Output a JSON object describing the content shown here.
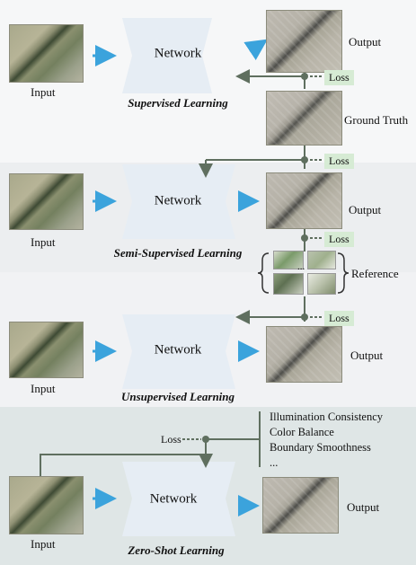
{
  "sections": {
    "supervised": {
      "caption": "Supervised Learning",
      "network": "Network",
      "input": "Input",
      "output": "Output",
      "loss": "Loss",
      "ground_truth": "Ground Truth"
    },
    "semi": {
      "caption": "Semi-Supervised Learning",
      "network": "Network",
      "input": "Input",
      "output": "Output",
      "loss_top": "Loss",
      "loss_bottom": "Loss",
      "reference": "Reference",
      "ellipsis": "..."
    },
    "unsupervised": {
      "caption": "Unsupervised Learning",
      "network": "Network",
      "input": "Input",
      "output": "Output",
      "loss": "Loss"
    },
    "zeroshot": {
      "caption": "Zero-Shot Learning",
      "network": "Network",
      "input": "Input",
      "output": "Output",
      "loss": "Loss",
      "criteria": [
        "Illumination Consistency",
        "Color Balance",
        "Boundary Smoothness",
        "..."
      ]
    }
  },
  "colors": {
    "arrow_blue": "#3ba3dc",
    "network_fill": "#e6edf4",
    "line": "#5f6f5f",
    "loss_bg": "#d6ebd4"
  }
}
